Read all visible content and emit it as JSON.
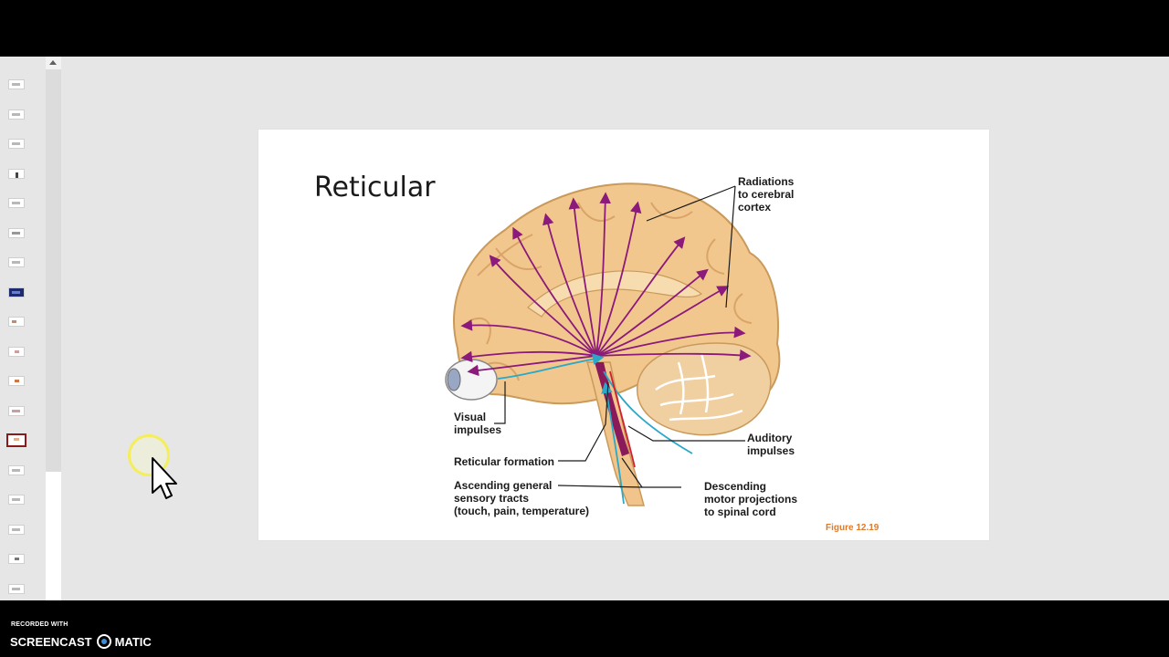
{
  "slide": {
    "title": "Reticular",
    "figure": {
      "labels": {
        "radiations": [
          "Radiations",
          "to cerebral",
          "cortex"
        ],
        "visual": [
          "Visual",
          "impulses"
        ],
        "reticular_formation": "Reticular formation",
        "ascending": [
          "Ascending general",
          "sensory tracts",
          "(touch, pain, temperature)"
        ],
        "auditory": [
          "Auditory",
          "impulses"
        ],
        "descending": [
          "Descending",
          "motor projections",
          "to spinal cord"
        ]
      },
      "caption": "Figure 12.19"
    }
  },
  "thumbnails": {
    "count": 18,
    "selected_index": 13
  },
  "recorder": {
    "small": "RECORDED WITH",
    "brand_left": "SCREENCAST",
    "brand_right": "MATIC"
  },
  "colors": {
    "accent_selected": "#8b1a1a",
    "caption": "#e07a2a",
    "pathway_purple": "#8b1a7a",
    "pathway_cyan": "#2aa8c8"
  }
}
